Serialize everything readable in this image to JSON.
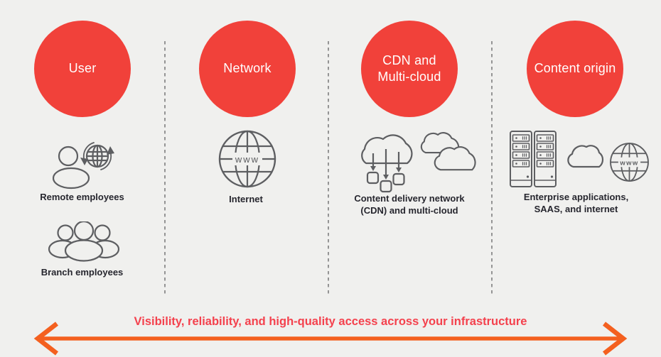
{
  "colors": {
    "bg": "#f0f0ee",
    "circle_red": "#f1413a",
    "caption_red": "#f4414d",
    "arrow_orange": "#f4601f",
    "icon_stroke": "#5d5e61",
    "label_dark": "#26262e",
    "divider_gray": "#949494"
  },
  "columns": {
    "user": {
      "title": "User",
      "items": [
        {
          "icon": "person-globe",
          "label": "Remote employees"
        },
        {
          "icon": "people-group",
          "label": "Branch employees"
        }
      ]
    },
    "network": {
      "title": "Network",
      "items": [
        {
          "icon": "globe-www",
          "label": "Internet"
        }
      ]
    },
    "cdn": {
      "title": "CDN and\nMulti-cloud",
      "items": [
        {
          "icon": "cdn-cloud-and-multi-cloud",
          "label": "Content delivery network\n(CDN) and multi-cloud"
        }
      ]
    },
    "origin": {
      "title": "Content origin",
      "items": [
        {
          "icon": "servers-cloud-globe",
          "label": "Enterprise applications,\nSAAS, and internet"
        }
      ]
    }
  },
  "icons": {
    "globe_text": "www"
  },
  "footer": {
    "caption": "Visibility, reliability, and high-quality access across your infrastructure"
  }
}
